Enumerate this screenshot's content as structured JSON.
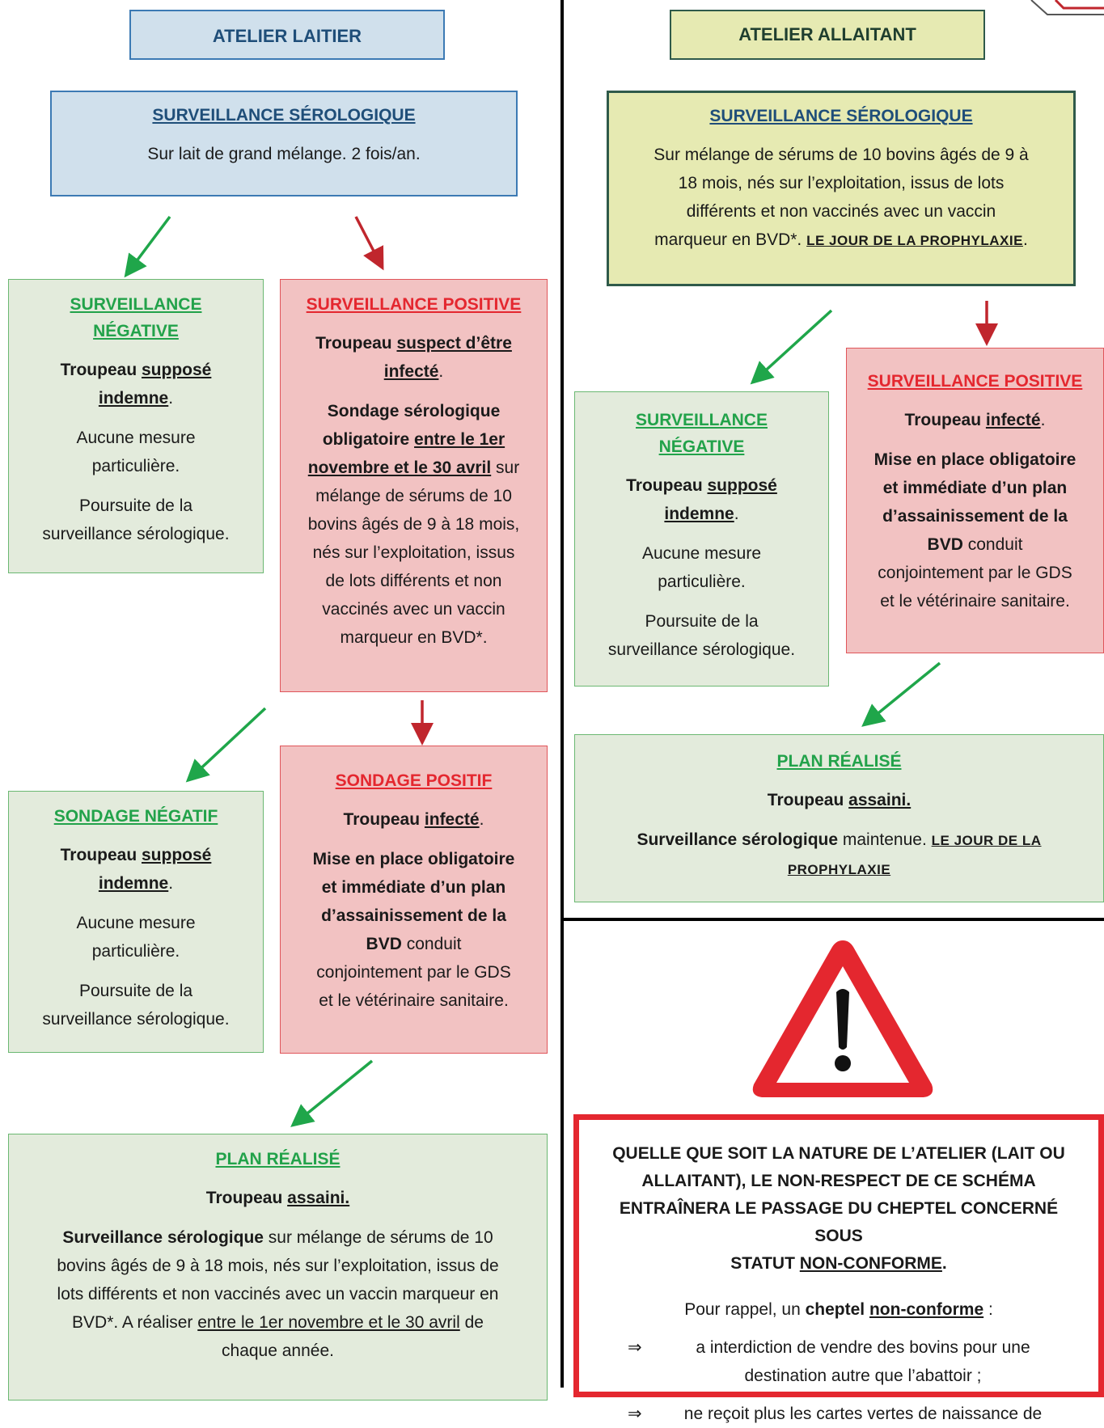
{
  "dairy": {
    "header": "ATELIER LAITIER",
    "sero": {
      "title": "SURVEILLANCE SÉROLOGIQUE",
      "text": "Sur lait de grand mélange. 2 fois/an."
    },
    "neg": {
      "title_l1": "SURVEILLANCE",
      "title_l2": "NÉGATIVE",
      "herd_pre": "Troupeau ",
      "herd_u1": "supposé",
      "herd_u2": "indemne",
      "herd_post": ".",
      "no_measure_l1": "Aucune mesure",
      "no_measure_l2": "particulière.",
      "continue_l1": "Poursuite de la",
      "continue_l2": "surveillance sérologique."
    },
    "pos": {
      "title": "SURVEILLANCE POSITIVE",
      "herd_pre": "Troupeau ",
      "herd_u1": "suspect d’être",
      "herd_u2": "infecté",
      "herd_post": ".",
      "lines": [
        "Sondage sérologique",
        "obligatoire ",
        "entre le 1er",
        "novembre et le 30 avril",
        " sur",
        "mélange de sérums de 10",
        "bovins âgés de 9 à 18 mois,",
        "nés sur l’exploitation, issus",
        "de lots différents et non",
        "vaccinés avec un vaccin",
        "marqueur en BVD*."
      ]
    },
    "sond_neg": {
      "title": "SONDAGE NÉGATIF",
      "herd_pre": "Troupeau ",
      "herd_u1": "supposé",
      "herd_u2": "indemne",
      "herd_post": ".",
      "no_measure_l1": "Aucune mesure",
      "no_measure_l2": "particulière.",
      "continue_l1": "Poursuite de la",
      "continue_l2": "surveillance sérologique."
    },
    "sond_pos": {
      "title": "SONDAGE POSITIF",
      "herd_pre": "Troupeau ",
      "herd_u": "infecté",
      "herd_post": ".",
      "lines_bold": [
        "Mise en place obligatoire",
        "et immédiate d’un plan",
        "d’assainissement de la",
        "BVD"
      ],
      "rest": [
        " conduit",
        "conjointement par le GDS",
        "et le vétérinaire sanitaire."
      ]
    },
    "plan": {
      "title": "PLAN RÉALISÉ",
      "herd_pre": "Troupeau ",
      "herd_u": "assaini.",
      "sero_bold": "Surveillance sérologique",
      "lines": [
        " sur mélange de sérums de 10",
        "bovins âgés de 9 à 18 mois, nés sur l’exploitation, issus de",
        "lots différents et non vaccinés avec un vaccin marqueur en",
        "BVD*. A réaliser ",
        "entre le 1er novembre et le 30 avril",
        " de",
        "chaque année."
      ]
    }
  },
  "suckler": {
    "header": "ATELIER ALLAITANT",
    "sero": {
      "title": "SURVEILLANCE SÉROLOGIQUE",
      "lines": [
        "Sur mélange de sérums de 10 bovins âgés de 9 à",
        "18 mois, nés sur l’exploitation, issus de lots",
        "différents et non vaccinés avec un vaccin",
        "marqueur en BVD*. "
      ],
      "day": "Le jour de la prophylaxie",
      "end": "."
    },
    "neg": {
      "title_l1": "SURVEILLANCE",
      "title_l2": "NÉGATIVE",
      "herd_pre": "Troupeau ",
      "herd_u1": "supposé",
      "herd_u2": "indemne",
      "herd_post": ".",
      "no_measure_l1": "Aucune mesure",
      "no_measure_l2": "particulière.",
      "continue_l1": "Poursuite de la",
      "continue_l2": "surveillance sérologique."
    },
    "pos": {
      "title": "SURVEILLANCE POSITIVE",
      "herd_pre": "Troupeau ",
      "herd_u": "infecté",
      "herd_post": ".",
      "lines_bold": [
        "Mise en place obligatoire",
        "et immédiate d’un plan",
        "d’assainissement de la",
        "BVD"
      ],
      "rest": [
        " conduit",
        "conjointement par le GDS",
        "et le vétérinaire sanitaire."
      ]
    },
    "plan": {
      "title": "PLAN RÉALISÉ",
      "herd_pre": "Troupeau ",
      "herd_u": "assaini.",
      "sero_bold": "Surveillance sérologique",
      "maintained": " maintenue. ",
      "day_l1": "Le jour de la",
      "day_l2": "prophylaxie"
    }
  },
  "warning": {
    "title_lines": [
      "QUELLE QUE SOIT LA NATURE DE L’ATELIER (LAIT OU",
      "ALLAITANT), LE NON-RESPECT DE CE SCHÉMA",
      "ENTRAÎNERA LE PASSAGE DU CHEPTEL CONCERNÉ SOUS",
      "STATUT "
    ],
    "title_u": "NON-CONFORME",
    "title_end": ".",
    "recall_pre": "Pour rappel, un ",
    "recall_bold": "cheptel ",
    "recall_u": "non-conforme",
    "recall_post": " :",
    "arrow": "⇒",
    "items": [
      [
        "a interdiction de vendre des bovins pour une",
        "destination autre que l’abattoir ;"
      ],
      [
        "ne reçoit plus les cartes vertes de naissance de"
      ]
    ]
  },
  "colors": {
    "green_arrow": "#1fa64a",
    "red_arrow": "#c0262d",
    "warning_red": "#e4272f"
  }
}
